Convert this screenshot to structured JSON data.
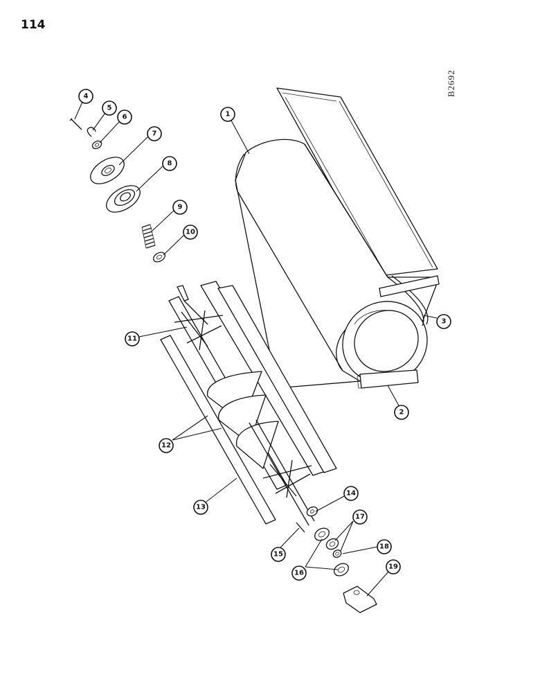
{
  "page": {
    "number": "114",
    "figure_code": "B2692"
  },
  "callouts": [
    "1",
    "2",
    "3",
    "4",
    "5",
    "6",
    "7",
    "8",
    "9",
    "10",
    "11",
    "12",
    "13",
    "14",
    "15",
    "16",
    "17",
    "18",
    "19"
  ]
}
